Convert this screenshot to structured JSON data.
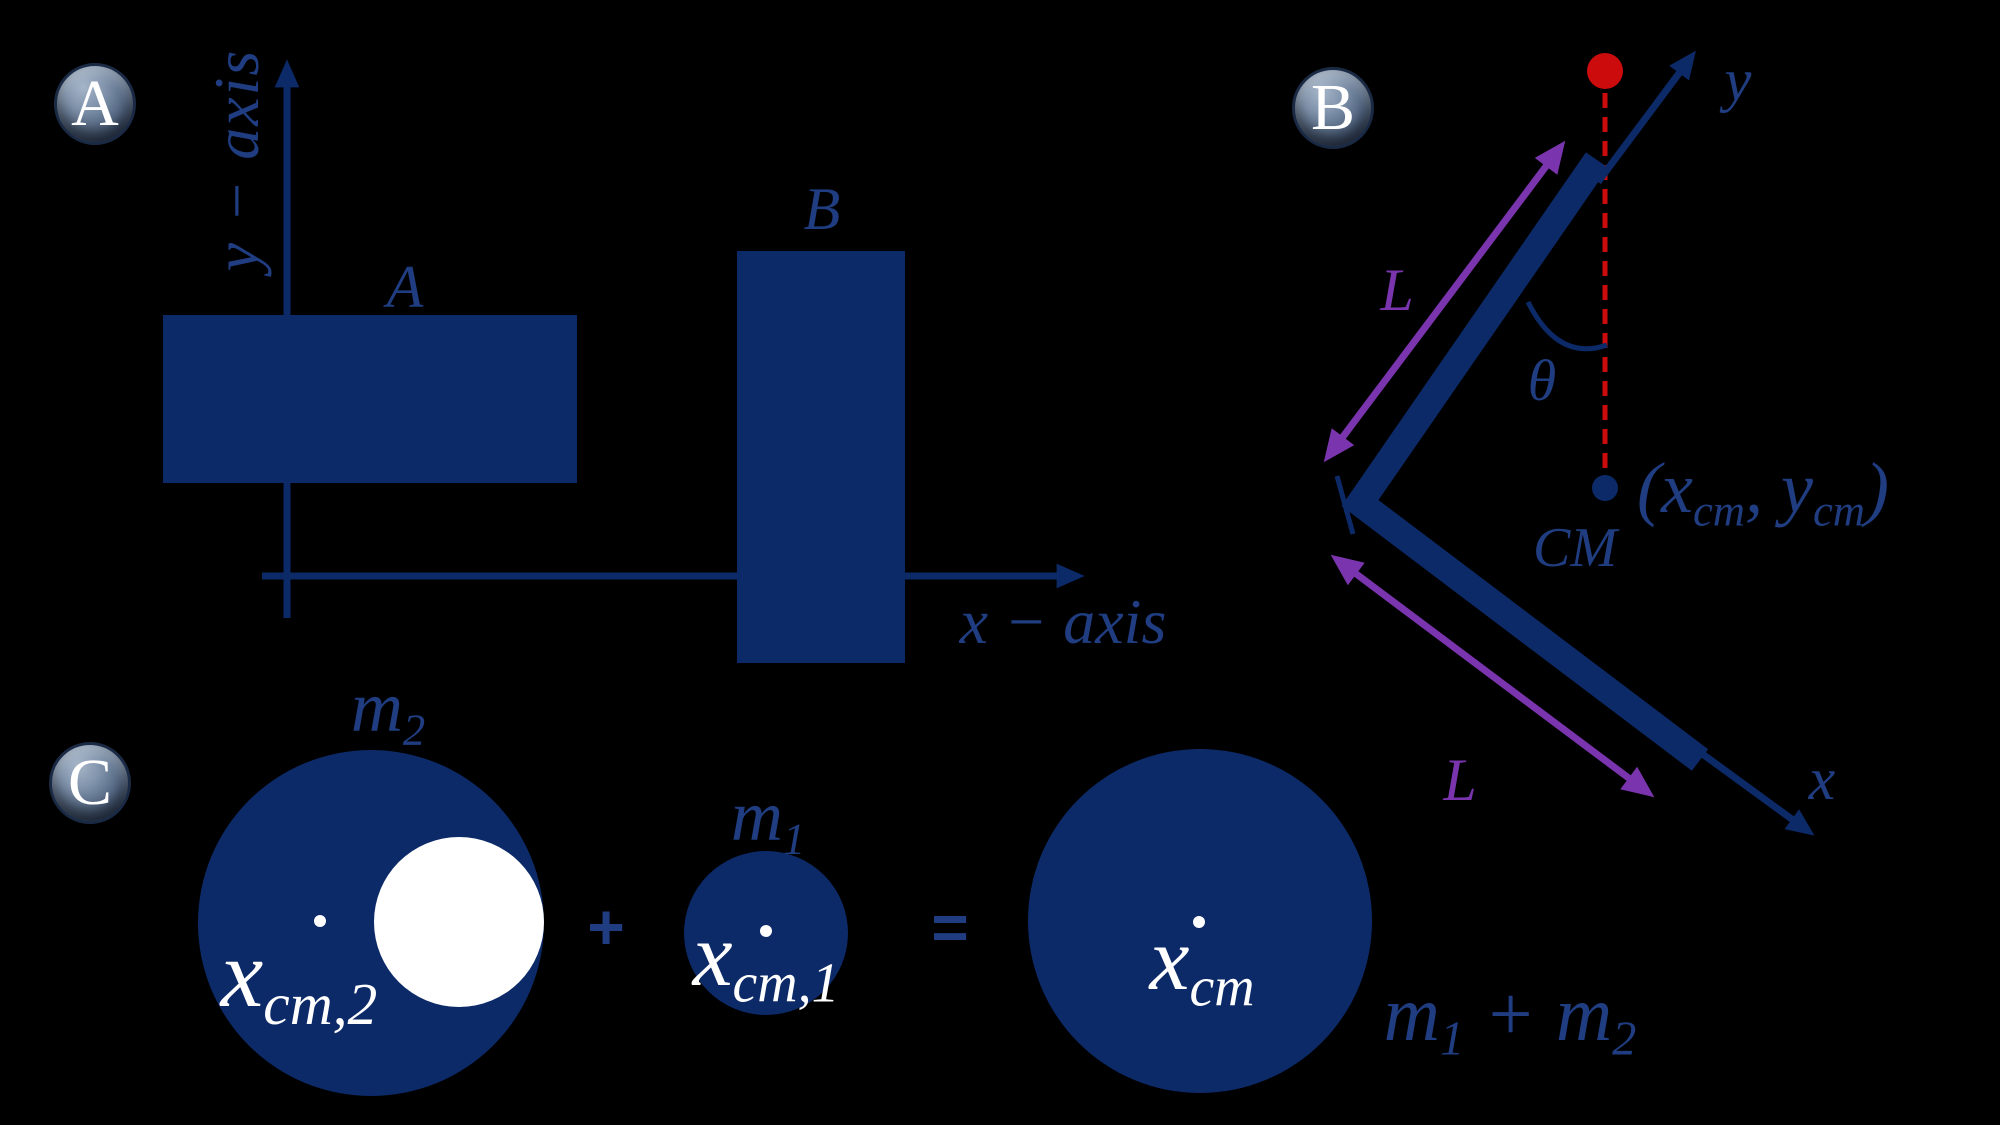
{
  "figure_title": "Center of mass illustration with three panels",
  "colors": {
    "background": "#000000",
    "shape_navy": "#0d2a68",
    "text_navy": "#1f3d80",
    "purple": "#7a35ae",
    "red": "#cc0c0c",
    "white": "#ffffff"
  },
  "badges": {
    "a": "A",
    "b": "B",
    "c": "C"
  },
  "panel_a": {
    "y_axis_label": "y − axis",
    "x_axis_label": "x − axis",
    "rect_a_label": "A",
    "rect_b_label": "B"
  },
  "panel_b": {
    "y_label": "y",
    "x_label": "x",
    "length_upper": "L",
    "length_lower": "L",
    "theta": "θ",
    "cm_label": "CM",
    "coords": {
      "open": "(",
      "x_base": "x",
      "x_sub": "cm",
      "comma": ", ",
      "y_base": "y",
      "y_sub": "cm",
      "close": ")"
    }
  },
  "panel_c": {
    "m2": {
      "base": "m",
      "sub": "2"
    },
    "xcm2": {
      "base": "x",
      "sub": "cm,2"
    },
    "plus": "+",
    "m1": {
      "base": "m",
      "sub": "1"
    },
    "xcm1": {
      "base": "x",
      "sub": "cm,1"
    },
    "equals": "=",
    "xcm": {
      "base": "x",
      "sub": "cm"
    },
    "total": {
      "base1": "m",
      "sub1": "1",
      "op": " + ",
      "base2": "m",
      "sub2": "2"
    }
  }
}
